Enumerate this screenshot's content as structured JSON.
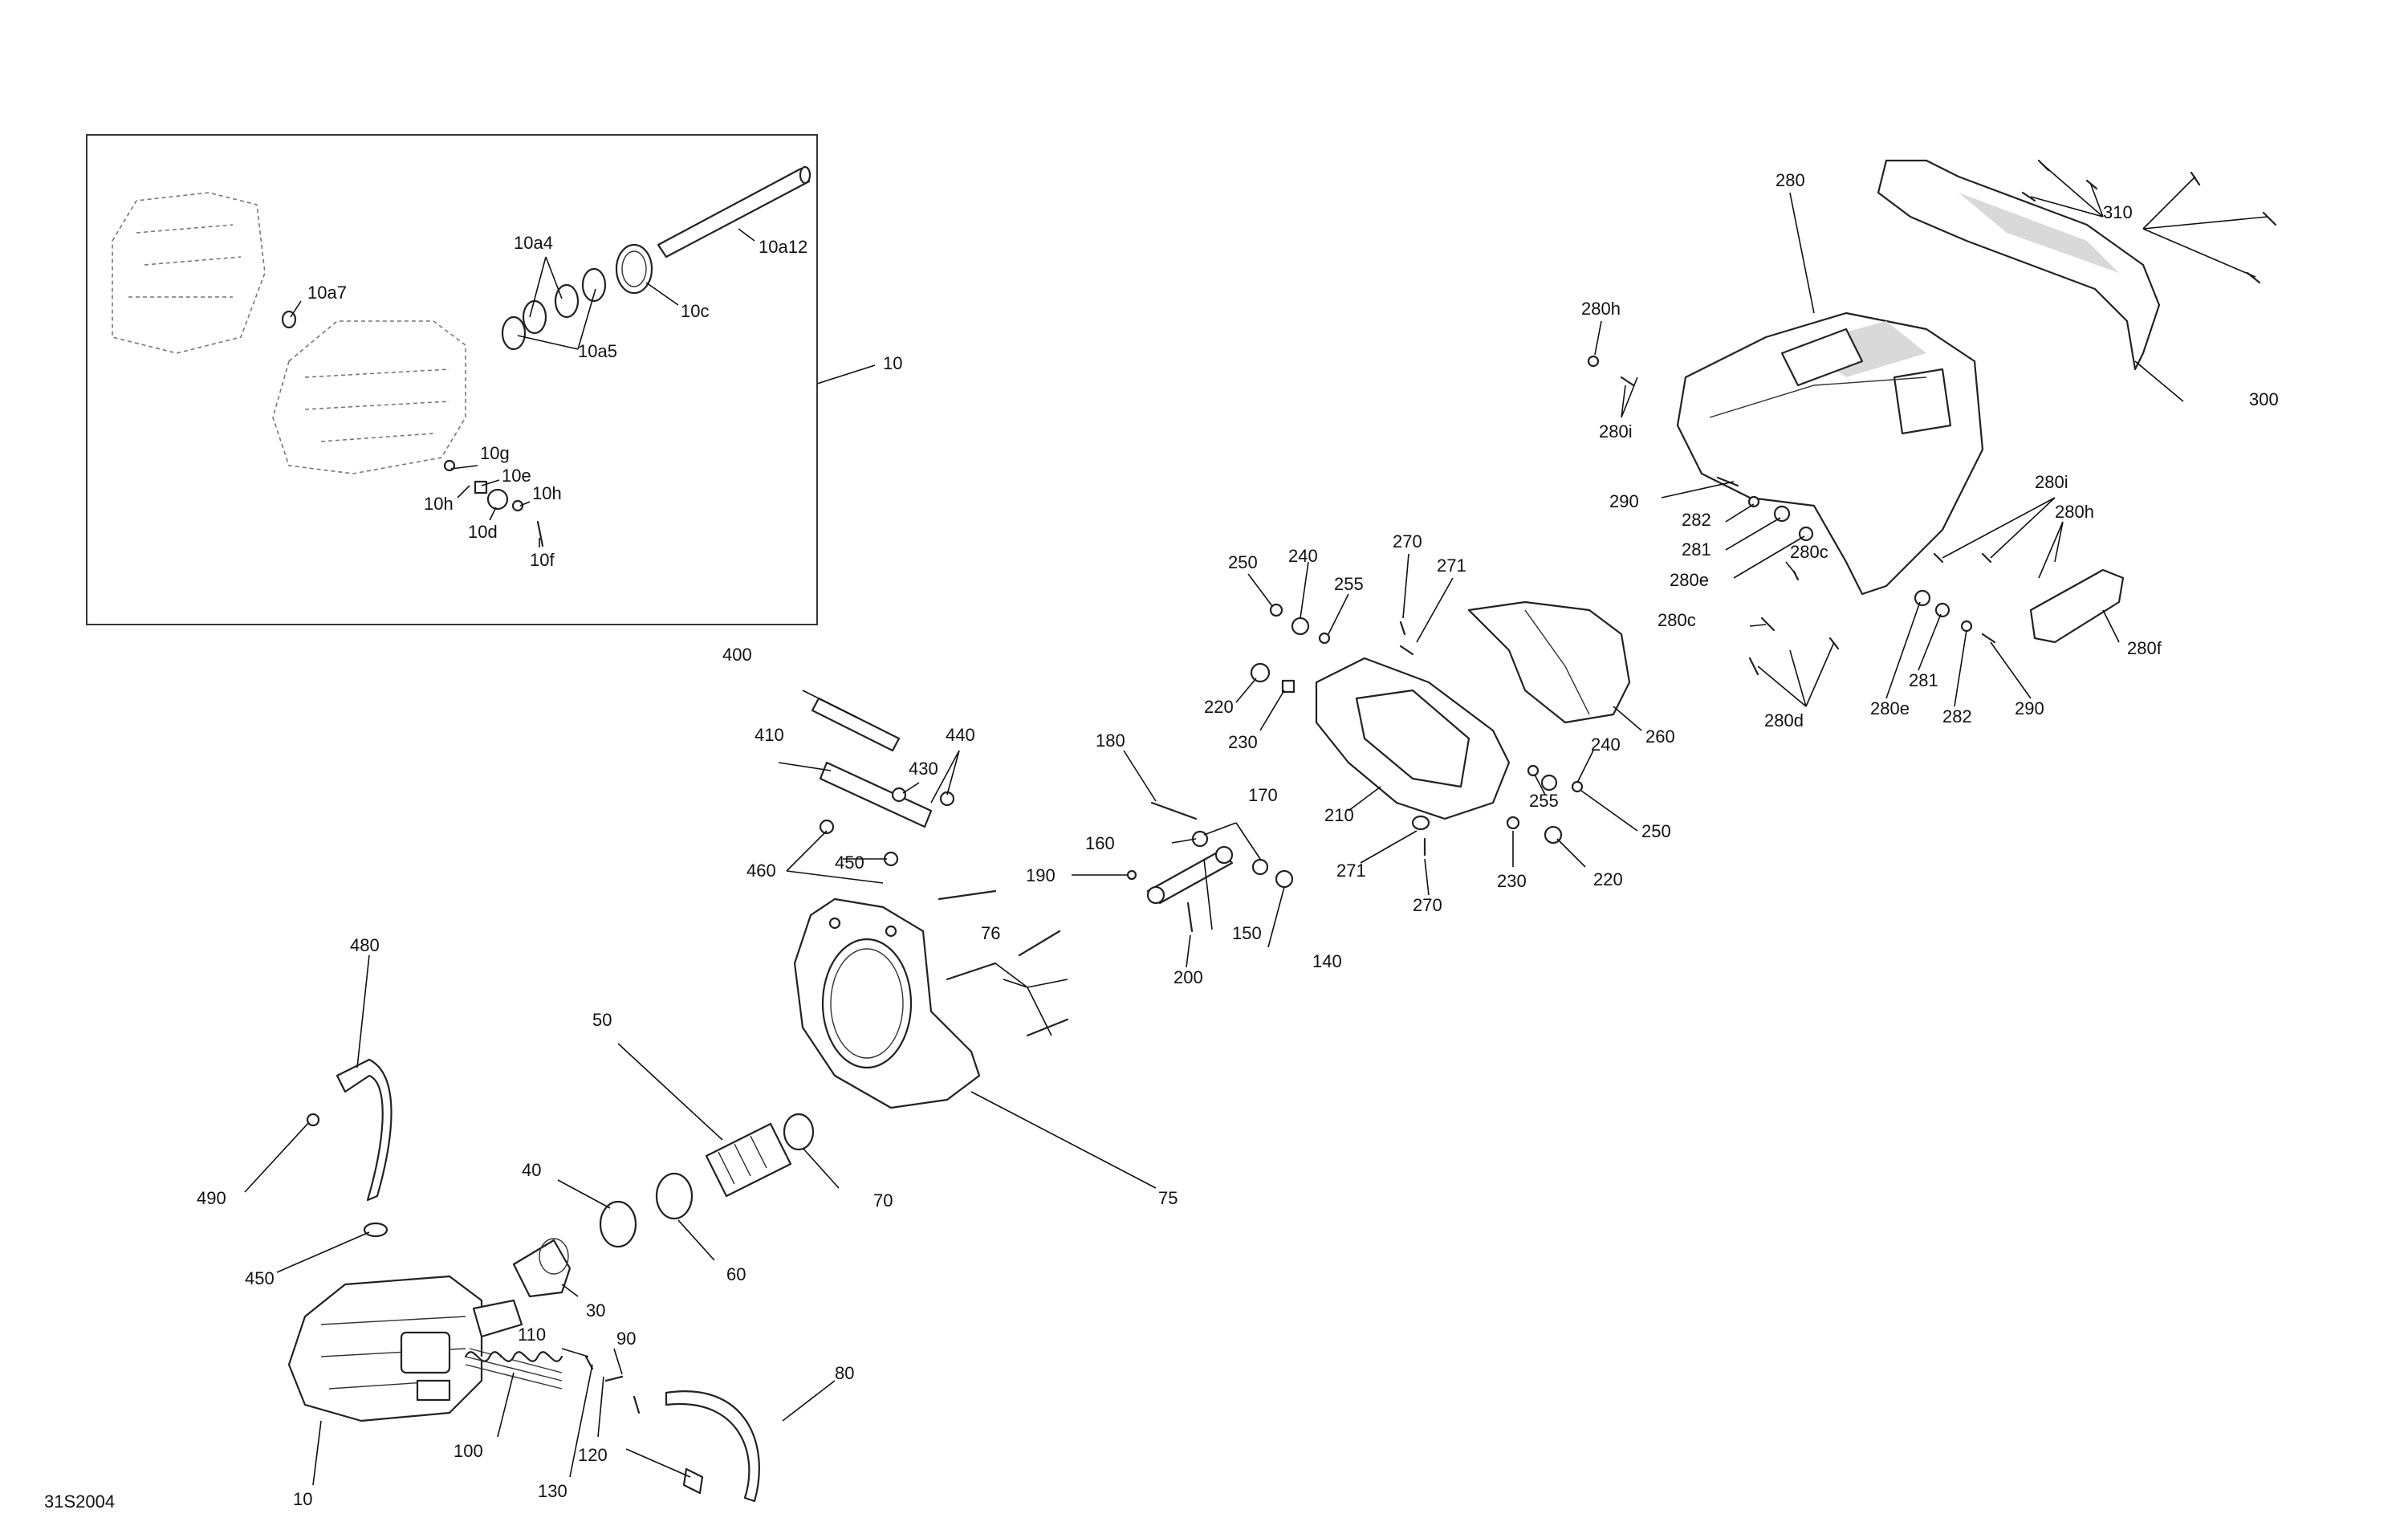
{
  "diagram_id": "31S2004",
  "labels": {
    "l10_kit": "10",
    "l10a4": "10a4",
    "l10a5": "10a5",
    "l10a7": "10a7",
    "l10a12": "10a12",
    "l10c": "10c",
    "l10d": "10d",
    "l10e": "10e",
    "l10f": "10f",
    "l10g": "10g",
    "l10h_a": "10h",
    "l10h_b": "10h",
    "l10_main": "10",
    "l30": "30",
    "l40": "40",
    "l50": "50",
    "l60": "60",
    "l70": "70",
    "l75": "75",
    "l76": "76",
    "l80": "80",
    "l90": "90",
    "l100": "100",
    "l110": "110",
    "l120": "120",
    "l130": "130",
    "l140": "140",
    "l150": "150",
    "l160": "160",
    "l170": "170",
    "l180": "180",
    "l190": "190",
    "l200": "200",
    "l210": "210",
    "l220_a": "220",
    "l220_b": "220",
    "l230_a": "230",
    "l230_b": "230",
    "l240_a": "240",
    "l240_b": "240",
    "l250_a": "250",
    "l250_b": "250",
    "l255_a": "255",
    "l255_b": "255",
    "l260": "260",
    "l270_a": "270",
    "l270_b": "270",
    "l271_a": "271",
    "l271_b": "271",
    "l280": "280",
    "l280c_a": "280c",
    "l280c_b": "280c",
    "l280d": "280d",
    "l280e_a": "280e",
    "l280e_b": "280e",
    "l280f": "280f",
    "l280h_a": "280h",
    "l280h_b": "280h",
    "l280i_a": "280i",
    "l280i_b": "280i",
    "l281_a": "281",
    "l281_b": "281",
    "l282_a": "282",
    "l282_b": "282",
    "l290_a": "290",
    "l290_b": "290",
    "l300": "300",
    "l310": "310",
    "l400": "400",
    "l410": "410",
    "l430": "430",
    "l440": "440",
    "l450_a": "450",
    "l450_b": "450",
    "l460": "460",
    "l480": "480",
    "l490": "490"
  }
}
